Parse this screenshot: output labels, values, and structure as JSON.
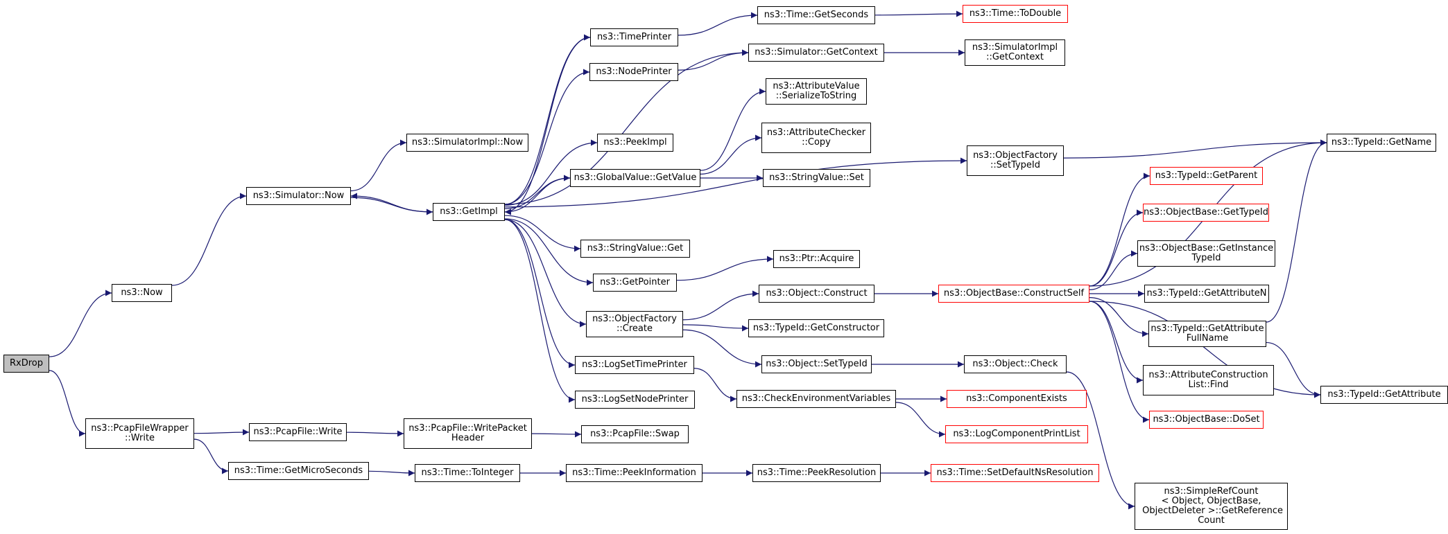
{
  "edge_color": "#191970",
  "nodes": [
    {
      "id": "rxdrop",
      "label": "RxDrop",
      "style": "root"
    },
    {
      "id": "now",
      "label": "ns3::Now",
      "style": "normal"
    },
    {
      "id": "pcapwrap",
      "label": "ns3::PcapFileWrapper\n::Write",
      "style": "normal"
    },
    {
      "id": "simnow",
      "label": "ns3::Simulator::Now",
      "style": "normal"
    },
    {
      "id": "pcapwrite",
      "label": "ns3::PcapFile::Write",
      "style": "normal"
    },
    {
      "id": "getmicro",
      "label": "ns3::Time::GetMicroSeconds",
      "style": "normal"
    },
    {
      "id": "simimplnow",
      "label": "ns3::SimulatorImpl::Now",
      "style": "normal"
    },
    {
      "id": "getimpl",
      "label": "ns3::GetImpl",
      "style": "normal"
    },
    {
      "id": "writepkthdr",
      "label": "ns3::PcapFile::WritePacket\nHeader",
      "style": "normal"
    },
    {
      "id": "tointeger",
      "label": "ns3::Time::ToInteger",
      "style": "normal"
    },
    {
      "id": "timeprinter",
      "label": "ns3::TimePrinter",
      "style": "normal"
    },
    {
      "id": "nodeprinter",
      "label": "ns3::NodePrinter",
      "style": "normal"
    },
    {
      "id": "peekimpl",
      "label": "ns3::PeekImpl",
      "style": "normal"
    },
    {
      "id": "gvgetvalue",
      "label": "ns3::GlobalValue::GetValue",
      "style": "normal"
    },
    {
      "id": "strvalget",
      "label": "ns3::StringValue::Get",
      "style": "normal"
    },
    {
      "id": "getpointer",
      "label": "ns3::GetPointer",
      "style": "normal"
    },
    {
      "id": "ofcreate",
      "label": "ns3::ObjectFactory\n::Create",
      "style": "normal"
    },
    {
      "id": "logsettime",
      "label": "ns3::LogSetTimePrinter",
      "style": "normal"
    },
    {
      "id": "logsetnode",
      "label": "ns3::LogSetNodePrinter",
      "style": "normal"
    },
    {
      "id": "pcapswap",
      "label": "ns3::PcapFile::Swap",
      "style": "normal"
    },
    {
      "id": "peekinfo",
      "label": "ns3::Time::PeekInformation",
      "style": "normal"
    },
    {
      "id": "getseconds",
      "label": "ns3::Time::GetSeconds",
      "style": "normal"
    },
    {
      "id": "simgetctx",
      "label": "ns3::Simulator::GetContext",
      "style": "normal"
    },
    {
      "id": "avserialize",
      "label": "ns3::AttributeValue\n::SerializeToString",
      "style": "normal"
    },
    {
      "id": "accopy",
      "label": "ns3::AttributeChecker\n::Copy",
      "style": "normal"
    },
    {
      "id": "strvalset",
      "label": "ns3::StringValue::Set",
      "style": "normal"
    },
    {
      "id": "ptracquire",
      "label": "ns3::Ptr::Acquire",
      "style": "normal"
    },
    {
      "id": "objconstruct",
      "label": "ns3::Object::Construct",
      "style": "normal"
    },
    {
      "id": "tidgetctor",
      "label": "ns3::TypeId::GetConstructor",
      "style": "normal"
    },
    {
      "id": "objsettid",
      "label": "ns3::Object::SetTypeId",
      "style": "normal"
    },
    {
      "id": "checkenv",
      "label": "ns3::CheckEnvironmentVariables",
      "style": "normal"
    },
    {
      "id": "peekres",
      "label": "ns3::Time::PeekResolution",
      "style": "normal"
    },
    {
      "id": "todouble",
      "label": "ns3::Time::ToDouble",
      "style": "red"
    },
    {
      "id": "simimplgetctx",
      "label": "ns3::SimulatorImpl\n::GetContext",
      "style": "normal"
    },
    {
      "id": "ofsettid",
      "label": "ns3::ObjectFactory\n::SetTypeId",
      "style": "normal"
    },
    {
      "id": "obconstructself",
      "label": "ns3::ObjectBase::ConstructSelf",
      "style": "red"
    },
    {
      "id": "objcheck",
      "label": "ns3::Object::Check",
      "style": "normal"
    },
    {
      "id": "compexists",
      "label": "ns3::ComponentExists",
      "style": "red"
    },
    {
      "id": "logcompprint",
      "label": "ns3::LogComponentPrintList",
      "style": "red"
    },
    {
      "id": "setdefres",
      "label": "ns3::Time::SetDefaultNsResolution",
      "style": "red"
    },
    {
      "id": "tidgetparent",
      "label": "ns3::TypeId::GetParent",
      "style": "red"
    },
    {
      "id": "obgettid",
      "label": "ns3::ObjectBase::GetTypeId",
      "style": "red"
    },
    {
      "id": "obgetinsttid",
      "label": "ns3::ObjectBase::GetInstance\nTypeId",
      "style": "normal"
    },
    {
      "id": "tidgetattrn",
      "label": "ns3::TypeId::GetAttributeN",
      "style": "normal"
    },
    {
      "id": "tidgetattrfull",
      "label": "ns3::TypeId::GetAttribute\nFullName",
      "style": "normal"
    },
    {
      "id": "acfind",
      "label": "ns3::AttributeConstruction\nList::Find",
      "style": "normal"
    },
    {
      "id": "obdoset",
      "label": "ns3::ObjectBase::DoSet",
      "style": "red"
    },
    {
      "id": "srcgetref",
      "label": "ns3::SimpleRefCount\n< Object, ObjectBase,\n ObjectDeleter >::GetReference\nCount",
      "style": "normal"
    },
    {
      "id": "tidgetname",
      "label": "ns3::TypeId::GetName",
      "style": "normal"
    },
    {
      "id": "tidgetattr",
      "label": "ns3::TypeId::GetAttribute",
      "style": "normal"
    }
  ],
  "edges": [
    [
      "rxdrop",
      "now"
    ],
    [
      "rxdrop",
      "pcapwrap"
    ],
    [
      "now",
      "simnow"
    ],
    [
      "pcapwrap",
      "pcapwrite"
    ],
    [
      "pcapwrap",
      "getmicro"
    ],
    [
      "simnow",
      "simimplnow"
    ],
    [
      "simnow",
      "getimpl"
    ],
    [
      "pcapwrite",
      "writepkthdr"
    ],
    [
      "getmicro",
      "tointeger"
    ],
    [
      "getimpl",
      "simnow"
    ],
    [
      "getimpl",
      "timeprinter"
    ],
    [
      "getimpl",
      "nodeprinter"
    ],
    [
      "getimpl",
      "peekimpl"
    ],
    [
      "getimpl",
      "gvgetvalue"
    ],
    [
      "getimpl",
      "strvalget"
    ],
    [
      "getimpl",
      "getpointer"
    ],
    [
      "getimpl",
      "ofcreate"
    ],
    [
      "getimpl",
      "logsettime"
    ],
    [
      "getimpl",
      "logsetnode"
    ],
    [
      "getimpl",
      "simgetctx"
    ],
    [
      "getimpl",
      "ofsettid"
    ],
    [
      "writepkthdr",
      "pcapswap"
    ],
    [
      "tointeger",
      "peekinfo"
    ],
    [
      "timeprinter",
      "getseconds"
    ],
    [
      "timeprinter",
      "getimpl"
    ],
    [
      "nodeprinter",
      "simgetctx"
    ],
    [
      "gvgetvalue",
      "getimpl"
    ],
    [
      "gvgetvalue",
      "avserialize"
    ],
    [
      "gvgetvalue",
      "accopy"
    ],
    [
      "gvgetvalue",
      "strvalset"
    ],
    [
      "getpointer",
      "ptracquire"
    ],
    [
      "ofcreate",
      "objconstruct"
    ],
    [
      "ofcreate",
      "tidgetctor"
    ],
    [
      "ofcreate",
      "objsettid"
    ],
    [
      "logsettime",
      "checkenv"
    ],
    [
      "peekinfo",
      "peekres"
    ],
    [
      "getseconds",
      "todouble"
    ],
    [
      "simgetctx",
      "simimplgetctx"
    ],
    [
      "objconstruct",
      "obconstructself"
    ],
    [
      "objsettid",
      "objcheck"
    ],
    [
      "checkenv",
      "compexists"
    ],
    [
      "checkenv",
      "logcompprint"
    ],
    [
      "peekres",
      "setdefres"
    ],
    [
      "ofsettid",
      "tidgetname"
    ],
    [
      "obconstructself",
      "tidgetname"
    ],
    [
      "obconstructself",
      "tidgetparent"
    ],
    [
      "obconstructself",
      "obgettid"
    ],
    [
      "obconstructself",
      "obgetinsttid"
    ],
    [
      "obconstructself",
      "tidgetattrn"
    ],
    [
      "obconstructself",
      "tidgetattrfull"
    ],
    [
      "obconstructself",
      "acfind"
    ],
    [
      "obconstructself",
      "obdoset"
    ],
    [
      "obconstructself",
      "tidgetattr"
    ],
    [
      "objcheck",
      "srcgetref"
    ],
    [
      "tidgetattrfull",
      "tidgetname"
    ],
    [
      "tidgetattrfull",
      "tidgetattr"
    ]
  ]
}
